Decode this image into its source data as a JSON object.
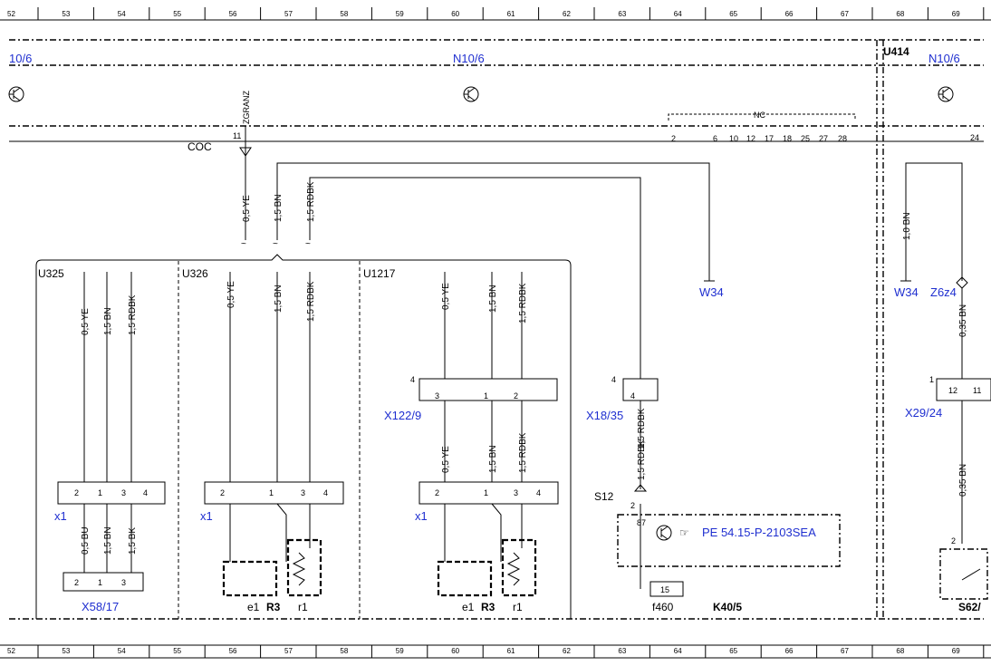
{
  "ruler": [
    "52",
    "53",
    "54",
    "55",
    "56",
    "57",
    "58",
    "59",
    "60",
    "61",
    "62",
    "63",
    "64",
    "65",
    "66",
    "67",
    "68",
    "69"
  ],
  "modules": {
    "n10_left": "10/6",
    "n10_main": "N10/6",
    "u414": "U414",
    "n10_right": "N10/6"
  },
  "top": {
    "zgranz": "ZGRANZ",
    "pin11": "11",
    "coc": "COC",
    "nc": "NC",
    "pins": [
      "2",
      "6",
      "10",
      "12",
      "17",
      "18",
      "25",
      "27",
      "28"
    ],
    "pin24": "24"
  },
  "wires": {
    "ye05": "0,5 YE",
    "bn15": "1,5 BN",
    "rdbk15": "1,5 RDBK",
    "bn10": "1,0 BN",
    "bn035": "0,35 BN",
    "bu05": "0,5 BU",
    "bk15": "1,5 BK"
  },
  "variants": [
    "U325",
    "U326",
    "U1217"
  ],
  "refs": {
    "w34": "W34",
    "z6z4": "Z6z4",
    "x1": "x1",
    "x58": "X58/17",
    "x122": "X122/9",
    "x18": "X18/35",
    "x29": "X29/24",
    "s12": "S12",
    "pe": "PE 54.15-P-2103SEA",
    "f460": "f460",
    "k40": "K40/5",
    "s62": "S62/",
    "e1": "e1",
    "r3": "R3",
    "r1": "r1"
  },
  "pins": {
    "p1": "1",
    "p2": "2",
    "p3": "3",
    "p4": "4",
    "p11": "11",
    "p12": "12",
    "p15": "15",
    "p87": "87"
  }
}
